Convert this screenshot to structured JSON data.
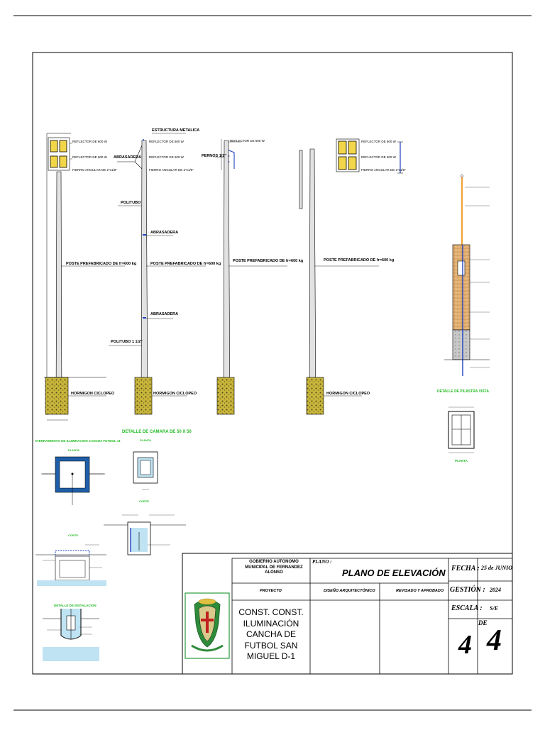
{
  "poles": {
    "p1": {
      "reflector_1": "REFLECTOR DE 600 W",
      "reflector_2": "REFLECTOR DE 600 W",
      "angle": "FIERRO ANGULAR DE 2\"x1/8\"",
      "post": "POSTE PREFABRICADO DE fr=600 kg",
      "base": "HORMIGON CICLOPEO"
    },
    "p2": {
      "structure": "ESTRUCTURA METALICA",
      "clamp_top": "ABRASADERA",
      "reflector_1": "REFLECTOR DE 600 W",
      "reflector_2": "REFLECTOR DE 600 W",
      "angle": "FIERRO ANGULAR DE 2\"x1/8\"",
      "politubo": "POLITUBO",
      "clamp_mid": "ABRASADERA",
      "post": "POSTE PREFABRICADO DE fr=600 kg",
      "clamp_low": "ABRASADERA",
      "politubo_size": "POLITUBO 1 1/2\"",
      "base": "HORMIGON CICLOPEO"
    },
    "p3": {
      "bolts": "PERNOS 1/2\"",
      "reflector": "REFLECTOR DE 600 W",
      "post": "POSTE PREFABRICADO DE fr=600 kg"
    },
    "p4": {
      "reflector_1": "REFLECTOR DE 600 W",
      "reflector_2": "REFLECTOR DE 600 W",
      "angle": "FIERRO ANGULAR DE 2\"x1/8\"",
      "post": "POSTE PREFABRICADO DE fr=600 kg",
      "base": "HORMIGON CICLOPEO"
    }
  },
  "details": {
    "chamber_title": "DETALLE DE CAMARA DE 50 X 50",
    "grounding_title": "ATERRAMIENTO DE ILUMINACION CANCHA FUTBOL 11",
    "plan_1": "PLANTA",
    "plan_2": "PLANTA",
    "section_1": "CORTE",
    "section_2": "CORTE",
    "install_title": "DETALLE DE INSTALACION",
    "pilaster_title": "DETALLE DE PILASTRA VISTA",
    "pilaster_plan": "PLANTA"
  },
  "title_block": {
    "entity": "GOBIERNO AUTONOMO MUNICIPAL DE FERNANDEZ ALONSO",
    "plano_label": "PLANO :",
    "plan_title": "PLANO DE ELEVACIÓN",
    "fecha_label": "FECHA :",
    "fecha_value": "25 de JUNIO",
    "gestion_label": "GESTIÓN :",
    "gestion_value": "2024",
    "escala_label": "ESCALA :",
    "escala_value": "S/E",
    "proyecto_label": "PROYECTO",
    "diseno_label": "DISEÑO ARQUITECTÓNICO",
    "revisado_label": "REVISADO Y APROBADO",
    "project_name": "CONST. CONST. ILUMINACIÓN CANCHA DE FUTBOL SAN MIGUEL D-1",
    "sheet_number": "4",
    "de_label": "DE",
    "sheet_total": "4"
  },
  "colors": {
    "line": "#000000",
    "pole_fill": "#e2e2e2",
    "concrete": "#c9b53a",
    "reflector": "#f2d64a",
    "structure_blue": "#1f3fbf",
    "conduit_orange": "#f0a030",
    "brick": "#e8b77a",
    "caption_green": "#22bb22",
    "water": "#bfe3f2"
  }
}
